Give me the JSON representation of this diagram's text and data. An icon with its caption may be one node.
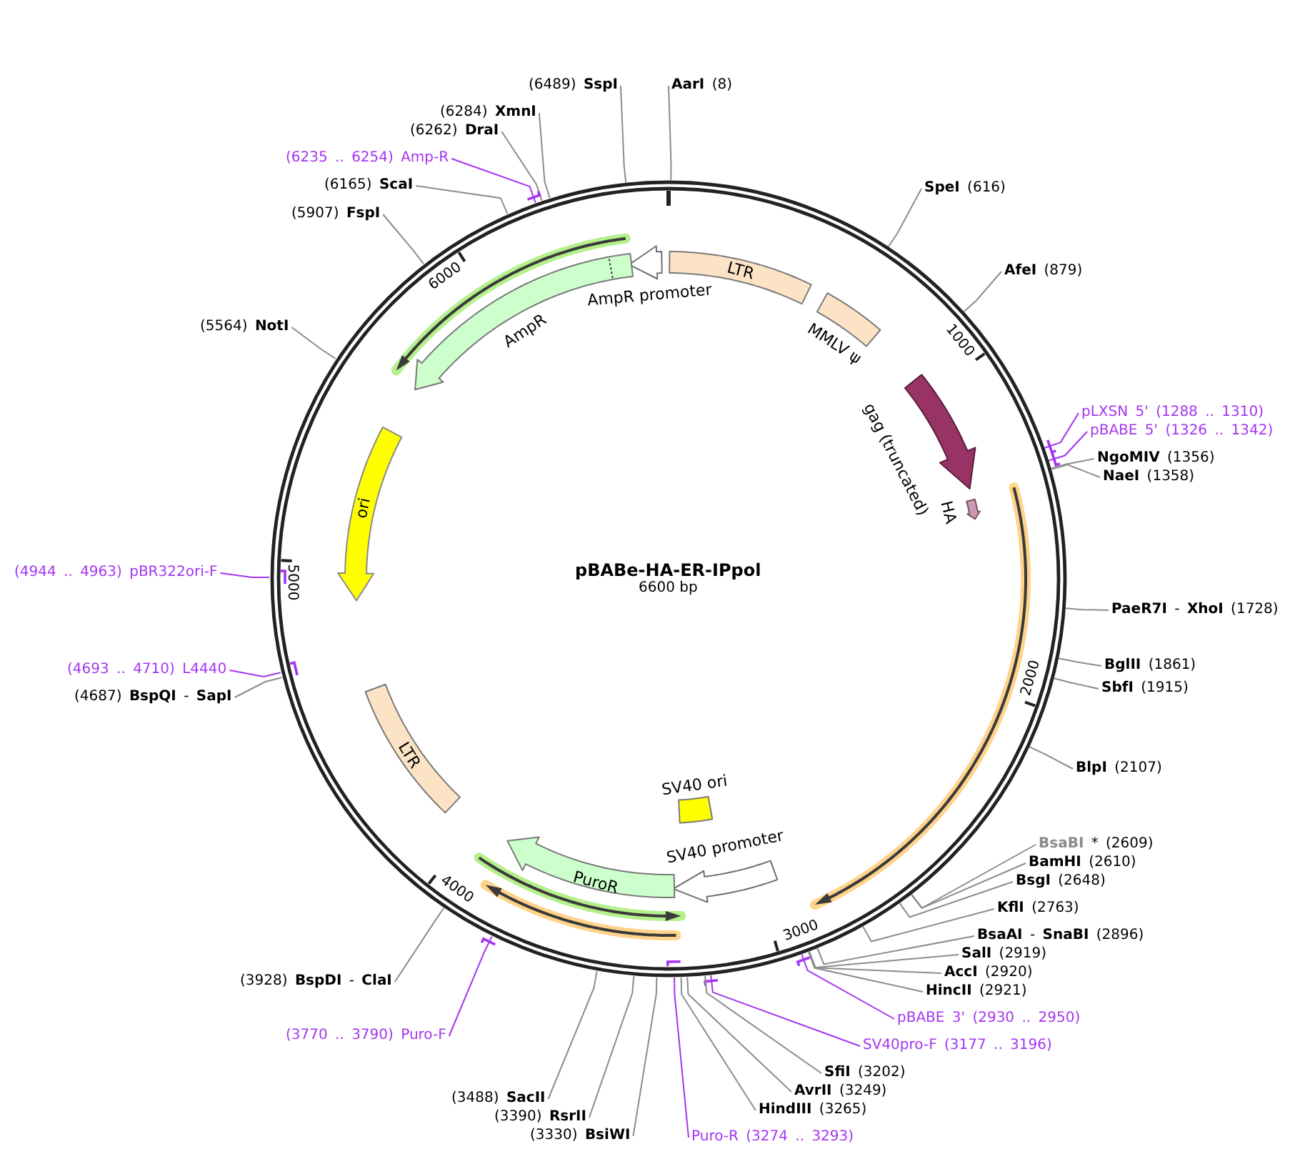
{
  "diagram": {
    "nodes": [
      {
        "text": [
          "pBABe-HA-ER-IPpol",
          "6600 bp"
        ]
      },
      {
        "text": [
          "AmpR promoter"
        ],
        "in": 0
      },
      {
        "text": [
          "LTR"
        ],
        "in": 0
      },
      {
        "text": [
          "AmpR"
        ],
        "in": 0
      },
      {
        "text": [
          "MMLV ψ"
        ],
        "in": 0
      },
      {
        "text": [
          "gag (truncated)"
        ],
        "in": 0
      },
      {
        "text": [
          "ori"
        ],
        "in": 0
      },
      {
        "text": [
          "HA"
        ],
        "in": 0
      },
      {
        "text": [
          "LTR"
        ],
        "in": 0
      },
      {
        "text": [
          "SV40 ori"
        ],
        "in": 0
      },
      {
        "text": [
          "SV40 promoter"
        ],
        "in": 0
      },
      {
        "text": [
          "PuroR"
        ],
        "in": 0
      },
      {
        "text": [
          "(6489) **SspI**"
        ]
      },
      {
        "text": [
          "**AarI** (8)"
        ]
      },
      {
        "text": [
          "(6284) **XmnI**"
        ]
      },
      {
        "text": [
          "(6262) **DraI**"
        ]
      },
      {
        "text": [
          "(6235 .. 6254) Amp-R"
        ]
      },
      {
        "text": [
          "(6165) **ScaI**"
        ]
      },
      {
        "text": [
          "**SpeI** (616)"
        ]
      },
      {
        "text": [
          "(5907) **FspI**"
        ]
      },
      {
        "text": [
          "**AfeI** (879)"
        ]
      },
      {
        "text": [
          "(5564) **NotI**"
        ]
      },
      {
        "text": [
          "pLXSN 5' (1288 .. 1310)"
        ]
      },
      {
        "text": [
          "pBABE 5' (1326 .. 1342)"
        ]
      },
      {
        "text": [
          "**NgoMIV** (1356)"
        ]
      },
      {
        "text": [
          "**NaeI** (1358)"
        ]
      },
      {
        "text": [
          "(4944 .. 4963) pBR322ori-F"
        ]
      },
      {
        "text": [
          "**PaeR7I** - **XhoI** (1728)"
        ]
      },
      {
        "text": [
          "**BglII** (1861)"
        ]
      },
      {
        "text": [
          "(4693 .. 4710) L4440"
        ]
      },
      {
        "text": [
          "**SbfI** (1915)"
        ]
      },
      {
        "text": [
          "(4687) **BspQI** - **SapI**"
        ]
      },
      {
        "text": [
          "**BlpI** (2107)"
        ]
      },
      {
        "text": [
          "**BsaBI** * (2609)"
        ]
      },
      {
        "text": [
          "**BamHI** (2610)"
        ]
      },
      {
        "text": [
          "**BsgI** (2648)"
        ]
      },
      {
        "text": [
          "**KflI** (2763)"
        ]
      },
      {
        "text": [
          "**BsaAI** - **SnaBI** (2896)"
        ]
      },
      {
        "text": [
          "**SalI** (2919)"
        ]
      },
      {
        "text": [
          "**AccI** (2920)"
        ]
      },
      {
        "text": [
          "(3928) **BspDI** - **ClaI**"
        ]
      },
      {
        "text": [
          "**HincII** (2921)"
        ]
      },
      {
        "text": [
          "pBABE 3' (2930 .. 2950)"
        ]
      },
      {
        "text": [
          "(3770 .. 3790) Puro-F"
        ]
      },
      {
        "text": [
          "SV40pro-F (3177 .. 3196)"
        ]
      },
      {
        "text": [
          "**SfiI** (3202)"
        ]
      },
      {
        "text": [
          "**AvrII** (3249)"
        ]
      },
      {
        "text": [
          "(3488) **SacII**"
        ]
      },
      {
        "text": [
          "**HindIII** (3265)"
        ]
      },
      {
        "text": [
          "(3390) **RsrII**"
        ]
      },
      {
        "text": [
          "(3330) **BsiWI**"
        ]
      },
      {
        "text": [
          "Puro-R (3274 .. 3293)"
        ]
      }
    ],
    "edges": [
      {
        "from": 12,
        "to": 0,
        "arrow": "none"
      },
      {
        "from": 13,
        "to": 0,
        "arrow": "none"
      },
      {
        "from": 14,
        "to": 0,
        "arrow": "none"
      },
      {
        "from": 15,
        "to": 0,
        "arrow": "none"
      },
      {
        "from": 16,
        "to": 0,
        "arrow": "other",
        "color": "#a435f0"
      },
      {
        "from": 17,
        "to": 0,
        "arrow": "none"
      },
      {
        "from": 18,
        "to": 0,
        "arrow": "none"
      },
      {
        "from": 19,
        "to": 0,
        "arrow": "none"
      },
      {
        "from": 20,
        "to": 0,
        "arrow": "none"
      },
      {
        "from": 21,
        "to": 0,
        "arrow": "none"
      },
      {
        "from": 22,
        "to": 0,
        "arrow": "other",
        "color": "#a435f0"
      },
      {
        "from": 23,
        "to": 0,
        "arrow": "other",
        "color": "#a435f0"
      },
      {
        "from": 24,
        "to": 0,
        "arrow": "none"
      },
      {
        "from": 25,
        "to": 0,
        "arrow": "none"
      },
      {
        "from": 26,
        "to": 0,
        "arrow": "other",
        "color": "#a435f0"
      },
      {
        "from": 27,
        "to": 0,
        "arrow": "none"
      },
      {
        "from": 28,
        "to": 0,
        "arrow": "none"
      },
      {
        "from": 29,
        "to": 0,
        "arrow": "other",
        "color": "#a435f0"
      },
      {
        "from": 30,
        "to": 0,
        "arrow": "none"
      },
      {
        "from": 31,
        "to": 0,
        "arrow": "none"
      },
      {
        "from": 32,
        "to": 0,
        "arrow": "none"
      },
      {
        "from": 33,
        "to": 0,
        "arrow": "none"
      },
      {
        "from": 34,
        "to": 0,
        "arrow": "none"
      },
      {
        "from": 35,
        "to": 0,
        "arrow": "none"
      },
      {
        "from": 36,
        "to": 0,
        "arrow": "none"
      },
      {
        "from": 37,
        "to": 0,
        "arrow": "none"
      },
      {
        "from": 38,
        "to": 0,
        "arrow": "none"
      },
      {
        "from": 39,
        "to": 0,
        "arrow": "none"
      },
      {
        "from": 40,
        "to": 0,
        "arrow": "none"
      },
      {
        "from": 41,
        "to": 0,
        "arrow": "none"
      },
      {
        "from": 42,
        "to": 0,
        "arrow": "other",
        "color": "#a435f0"
      },
      {
        "from": 43,
        "to": 0,
        "arrow": "other",
        "color": "#a435f0"
      },
      {
        "from": 44,
        "to": 0,
        "arrow": "other",
        "color": "#a435f0"
      },
      {
        "from": 45,
        "to": 0,
        "arrow": "none"
      },
      {
        "from": 46,
        "to": 0,
        "arrow": "none"
      },
      {
        "from": 47,
        "to": 0,
        "arrow": "none"
      },
      {
        "from": 48,
        "to": 0,
        "arrow": "none"
      },
      {
        "from": 49,
        "to": 0,
        "arrow": "none"
      },
      {
        "from": 50,
        "to": 0,
        "arrow": "none"
      },
      {
        "from": 51,
        "to": 0,
        "arrow": "other",
        "color": "#a435f0"
      }
    ],
    "labels": [
      "6000",
      "1000",
      "5000",
      "2000",
      "4000",
      "3000"
    ]
  }
}
